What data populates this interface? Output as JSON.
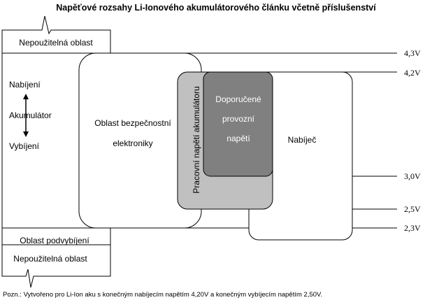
{
  "title": "Napěťové rozsahy Li-Ionového akumulátorového článku včetně příslušenství",
  "unusable_top": "Nepoužitelná oblast",
  "unusable_bottom": "Nepoužitelná oblast",
  "undervoltage": "Oblast podvybíjení",
  "charging": "Nabíjení",
  "accumulator": "Akumulátor",
  "discharging": "Vybíjení",
  "safety_line1": "Oblast bezpečnostní",
  "safety_line2": "elektroniky",
  "working_voltage": "Pracovní napětí akumulátoru",
  "recommended_line1": "Doporučené",
  "recommended_line2": "provozní",
  "recommended_line3": "napětí",
  "charger": "Nabíječ",
  "voltages": [
    "4,3V",
    "4,2V",
    "3,0V",
    "2,5V",
    "2,3V"
  ],
  "note": "Pozn.: Vytvořeno pro Li-Ion aku s konečným nabíjecím napětím 4,20V a konečným vybíjecím napětím 2,50V.",
  "colors": {
    "working_fill": "#c0c0c0",
    "recommended_fill": "#808080",
    "line": "#000000",
    "background": "#ffffff"
  }
}
